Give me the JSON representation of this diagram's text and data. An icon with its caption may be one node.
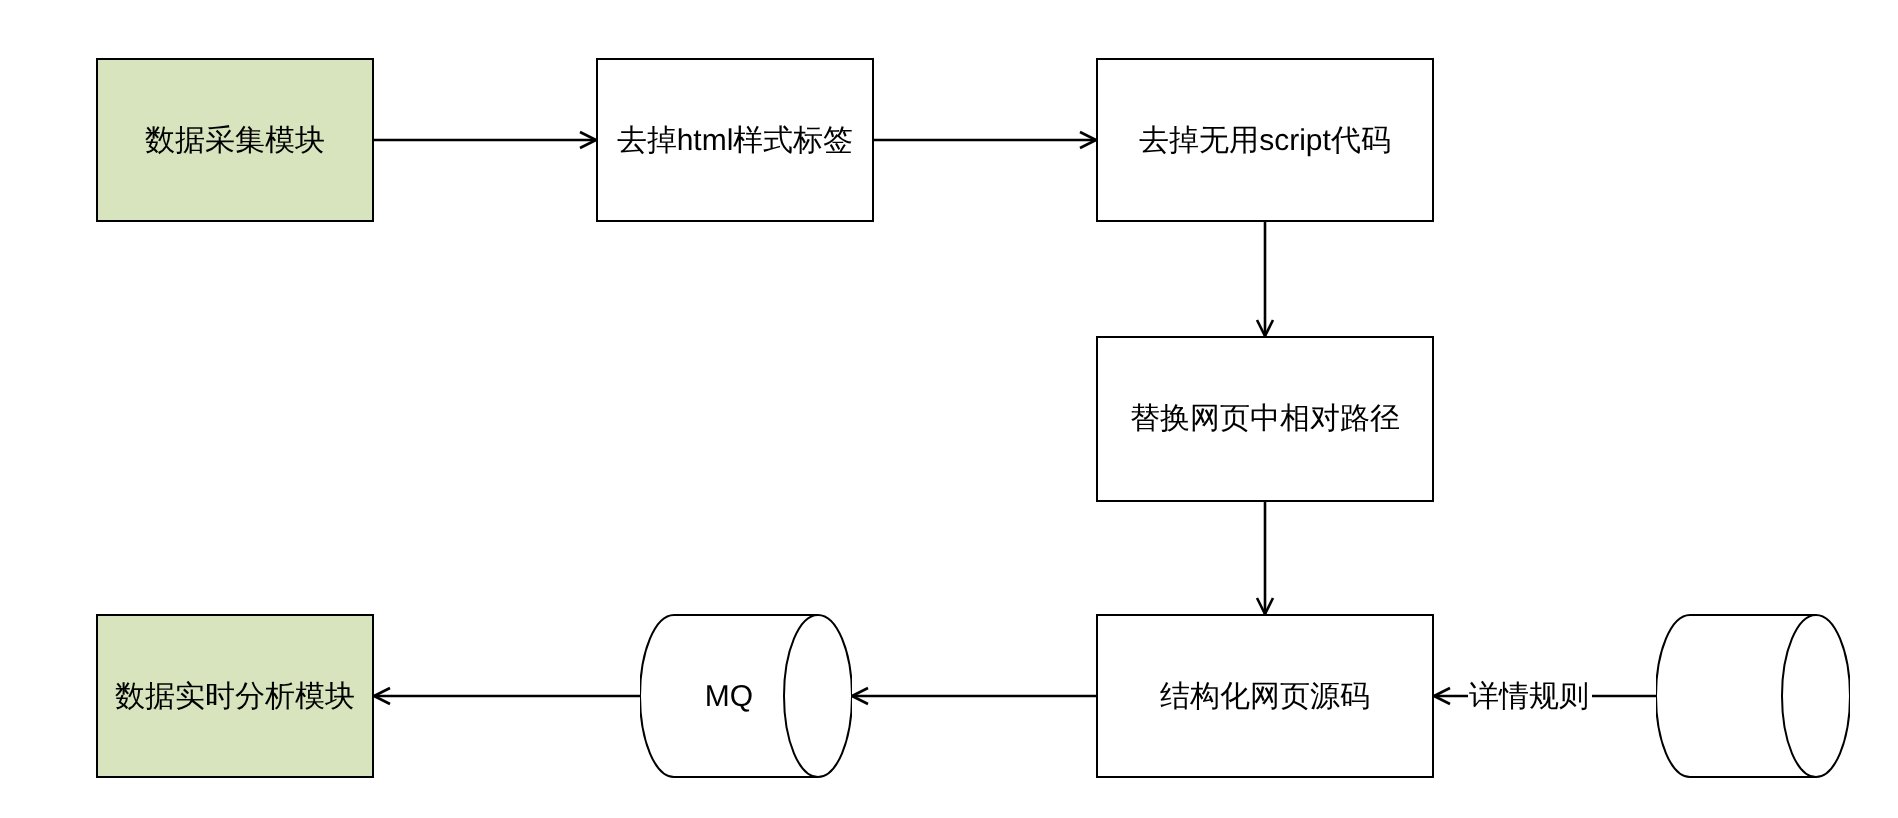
{
  "diagram": {
    "nodes": [
      {
        "text": [
          "数据采集模块"
        ]
      },
      {
        "text": [
          "去掉html样式标签"
        ]
      },
      {
        "text": [
          "去掉无用script代码"
        ]
      },
      {
        "text": [
          "替换网页中相对路径"
        ]
      },
      {
        "text": [
          "结构化网页源码"
        ]
      },
      {
        "text": [
          "数据实时分析模块"
        ]
      },
      {
        "text": [
          "MQ"
        ]
      },
      {
        "text": [],
        "shape": "cylinder"
      }
    ],
    "edges": [
      {
        "from": 0,
        "to": 1,
        "arrow": "to"
      },
      {
        "from": 1,
        "to": 2,
        "arrow": "to"
      },
      {
        "from": 2,
        "to": 3,
        "arrow": "to"
      },
      {
        "from": 3,
        "to": 4,
        "arrow": "to"
      },
      {
        "from": 4,
        "to": 6,
        "arrow": "to"
      },
      {
        "from": 6,
        "to": 5,
        "arrow": "to"
      },
      {
        "from": 7,
        "to": 4,
        "arrow": "to",
        "label": "详情规则"
      }
    ]
  }
}
